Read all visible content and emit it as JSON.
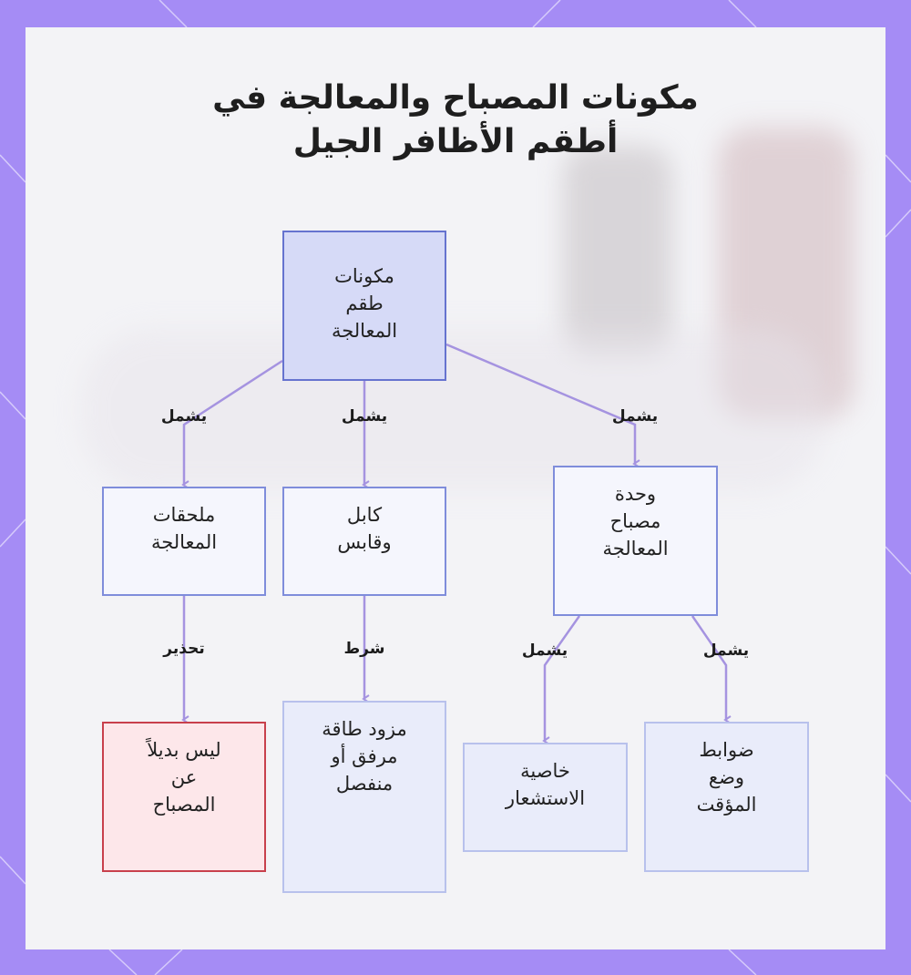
{
  "title": {
    "line1": "مكونات المصباح والمعالجة في",
    "line2": "أطقم الأظافر الجيل"
  },
  "colors": {
    "background": "#a58cf5",
    "card": "#f3f3f6",
    "node_border": "#7f8ddb",
    "root_fill": "#d6daf7",
    "edge": "#a593e0",
    "warning_border": "#c8404c",
    "warning_fill": "#fde7ea"
  },
  "nodes": {
    "root": {
      "lines": [
        "مكونات",
        "طقم",
        "المعالجة"
      ]
    },
    "lamp_unit": {
      "lines": [
        "وحدة",
        "مصباح",
        "المعالجة"
      ]
    },
    "cable": {
      "lines": [
        "كابل",
        "وقابس"
      ]
    },
    "accessories": {
      "lines": [
        "ملحقات",
        "المعالجة"
      ]
    },
    "timer": {
      "lines": [
        "ضوابط",
        "وضع",
        "المؤقت"
      ]
    },
    "sensor": {
      "lines": [
        "خاصية",
        "الاستشعار"
      ]
    },
    "power": {
      "lines": [
        "مزود طاقة",
        "مرفق أو",
        "منفصل"
      ]
    },
    "not_substitute": {
      "lines": [
        "ليس بديلاً",
        "عن",
        "المصباح"
      ]
    }
  },
  "edges": {
    "root_lamp": "يشمل",
    "root_cable": "يشمل",
    "root_accessories": "يشمل",
    "lamp_timer": "يشمل",
    "lamp_sensor": "يشمل",
    "cable_power": "شرط",
    "accessories_warning": "تحذير"
  }
}
